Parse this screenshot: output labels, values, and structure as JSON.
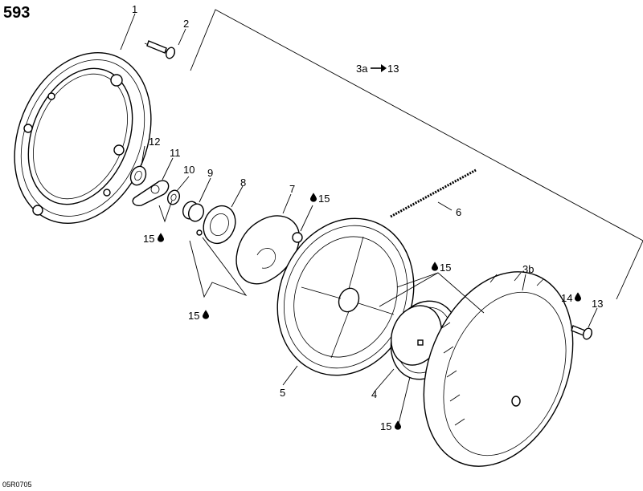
{
  "page_number": "593",
  "drawing_code": "05R0705",
  "callouts": {
    "c1": "1",
    "c2": "2",
    "c3a": "3a",
    "c3a_target": "13",
    "c3b": "3b",
    "c4": "4",
    "c5": "5",
    "c6": "6",
    "c7": "7",
    "c8": "8",
    "c9": "9",
    "c10": "10",
    "c11": "11",
    "c12": "12",
    "c13": "13",
    "c14": "14",
    "l15a": "15",
    "l15b": "15",
    "l15c": "15",
    "l15d": "15",
    "l15e": "15"
  },
  "icons": {
    "lubricant": "oil-drop-icon",
    "arrow": "right-arrow-icon"
  }
}
